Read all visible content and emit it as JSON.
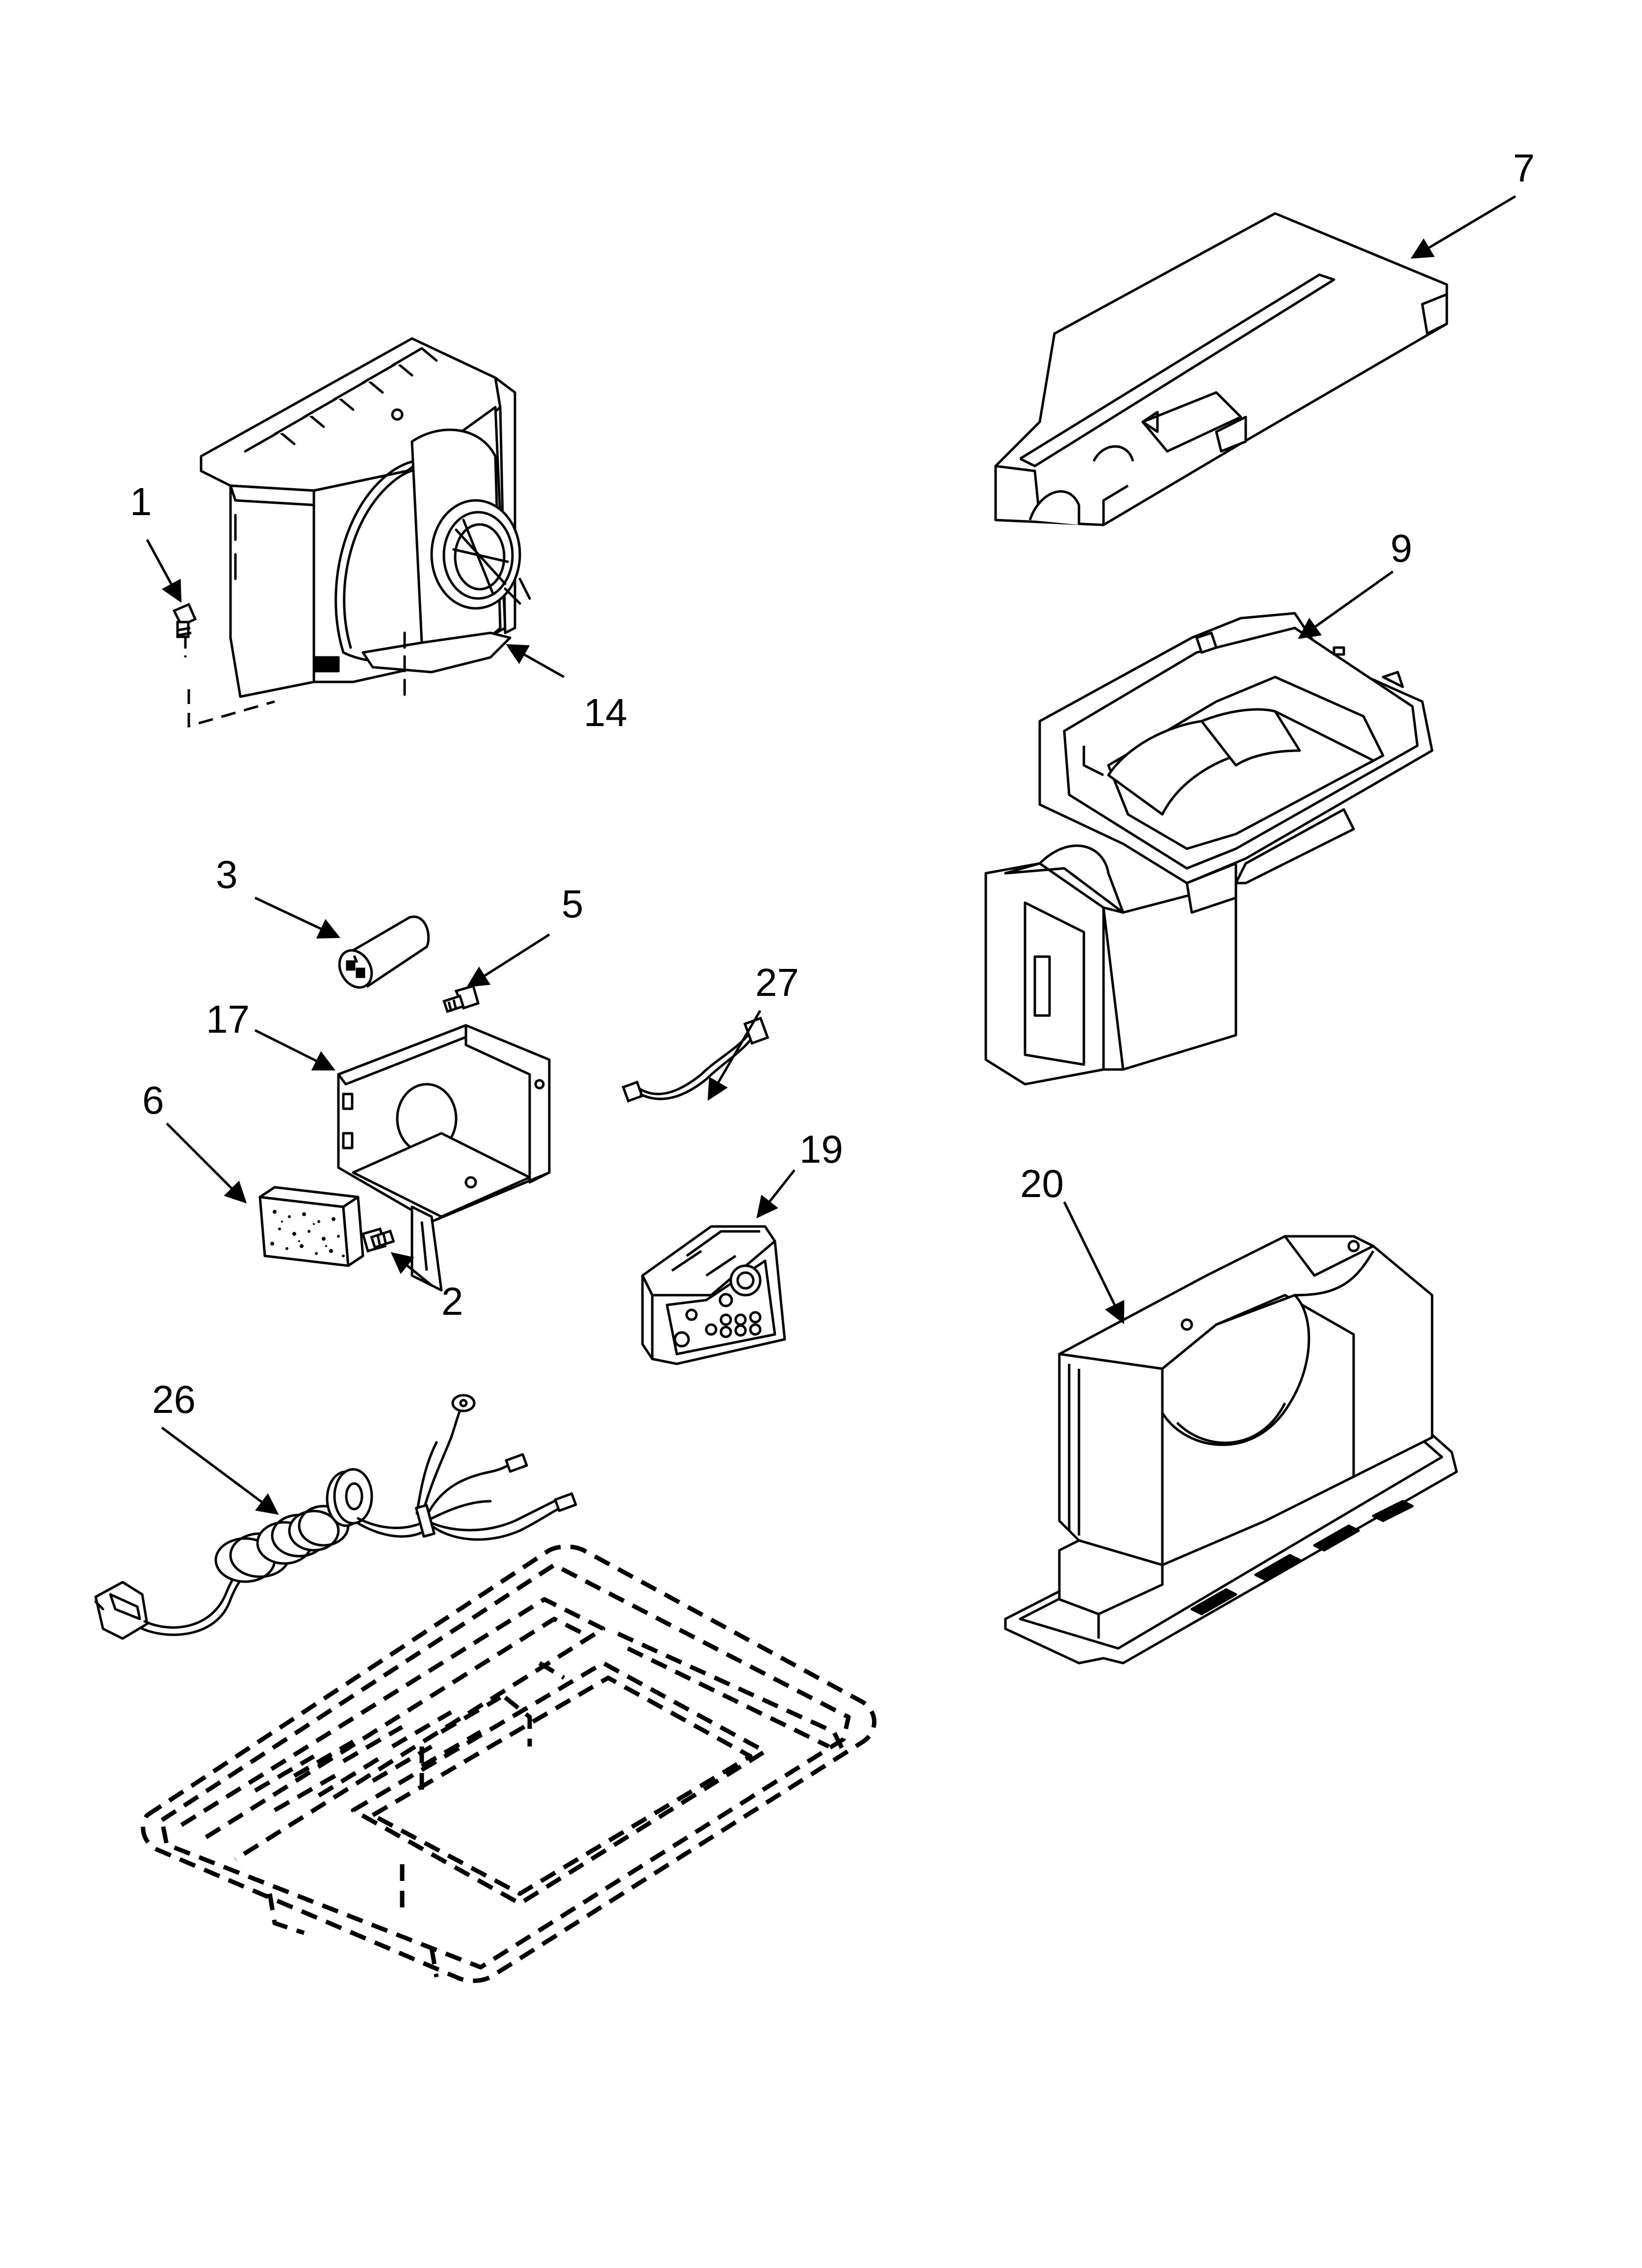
{
  "colors": {
    "ink": "#000000",
    "paper": "#ffffff",
    "shade": "#e8e8e8"
  },
  "callouts": [
    {
      "id": "1",
      "label": "1"
    },
    {
      "id": "14",
      "label": "14"
    },
    {
      "id": "7",
      "label": "7"
    },
    {
      "id": "9",
      "label": "9"
    },
    {
      "id": "3",
      "label": "3"
    },
    {
      "id": "5",
      "label": "5"
    },
    {
      "id": "17",
      "label": "17"
    },
    {
      "id": "27",
      "label": "27"
    },
    {
      "id": "6",
      "label": "6"
    },
    {
      "id": "19",
      "label": "19"
    },
    {
      "id": "2",
      "label": "2"
    },
    {
      "id": "20",
      "label": "20"
    },
    {
      "id": "26",
      "label": "26"
    }
  ]
}
